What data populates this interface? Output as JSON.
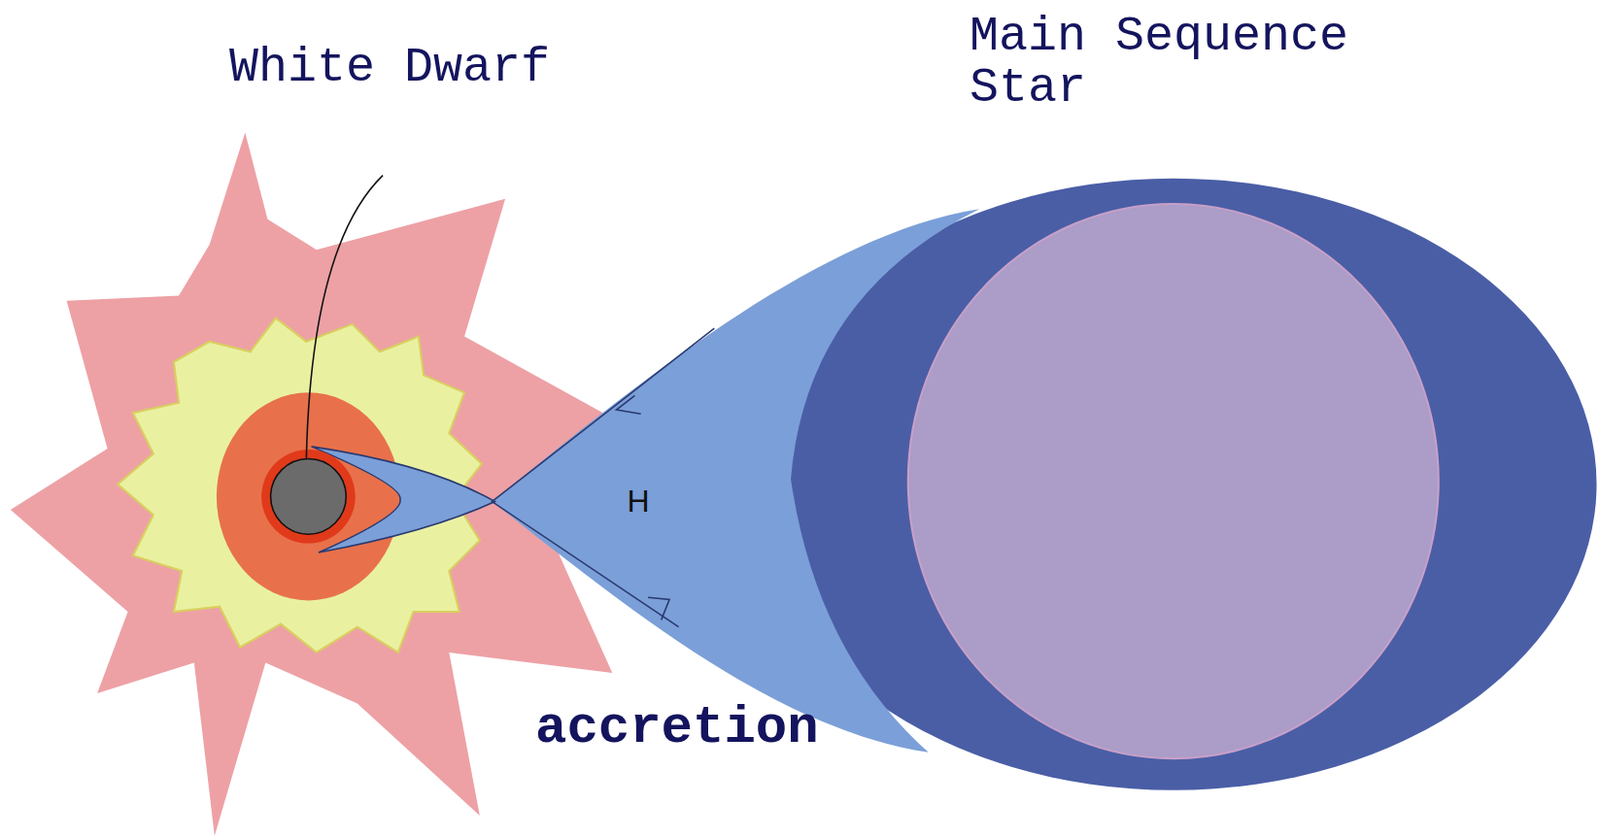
{
  "diagram": {
    "nodes": [
      {
        "text": [
          "White Dwarf"
        ]
      },
      {
        "text": [
          "Main Sequence Star"
        ]
      },
      {
        "text": [
          "H"
        ]
      }
    ],
    "labels": [
      "accretion"
    ]
  }
}
